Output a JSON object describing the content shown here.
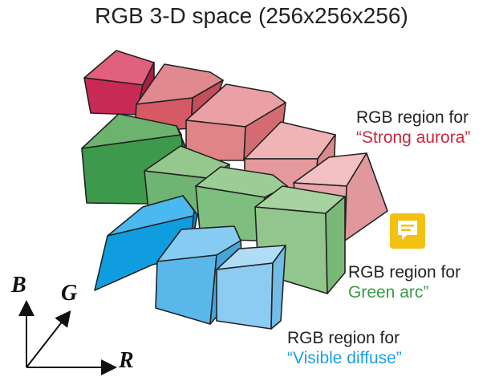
{
  "title": "RGB 3-D space (256x256x256)",
  "regions": {
    "strong_aurora": {
      "line1": "RGB region for",
      "line2": "“Strong aurora”",
      "color": "#c8283c"
    },
    "green_arc": {
      "line1": "RGB region for",
      "line2": "Green arc”",
      "color": "#3a9a4a"
    },
    "visible_diffuse": {
      "line1": "RGB region for",
      "line2": "“Visible diffuse”",
      "color": "#1aa0e6"
    }
  },
  "axes": {
    "b": "B",
    "g": "G",
    "r": "R"
  },
  "colors": {
    "red_dark": "#cc2e58",
    "red_mid": "#db6a72",
    "red_light": "#e08a8a",
    "pink": "#e6a0a6",
    "green_dark": "#3e9b52",
    "green_mid": "#6db273",
    "green_light": "#92c68d",
    "blue_dark": "#109de0",
    "blue_mid": "#5ab7ea",
    "blue_light": "#8ccbf2",
    "comment": "#f3c10f"
  },
  "icons": [
    "comment-icon"
  ]
}
